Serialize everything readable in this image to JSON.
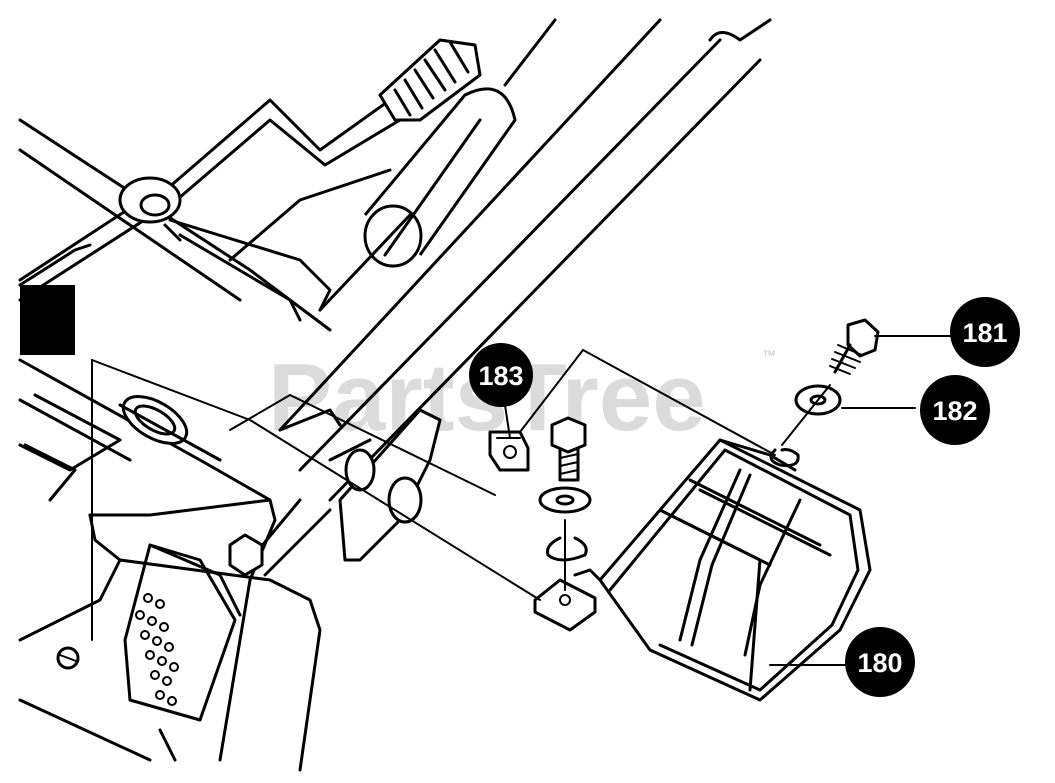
{
  "watermark": {
    "text": "PartsTree",
    "trademark": "™"
  },
  "callouts": [
    {
      "id": "callout-181",
      "label": "181",
      "part": "spring-bolt"
    },
    {
      "id": "callout-182",
      "label": "182",
      "part": "washer"
    },
    {
      "id": "callout-183",
      "label": "183",
      "part": "clip-nut"
    },
    {
      "id": "callout-180",
      "label": "180",
      "part": "wire-rack"
    }
  ],
  "colors": {
    "line": "#000000",
    "background": "#ffffff",
    "badge": "#000000",
    "badge_text": "#ffffff",
    "watermark": "#cfcfcf"
  }
}
